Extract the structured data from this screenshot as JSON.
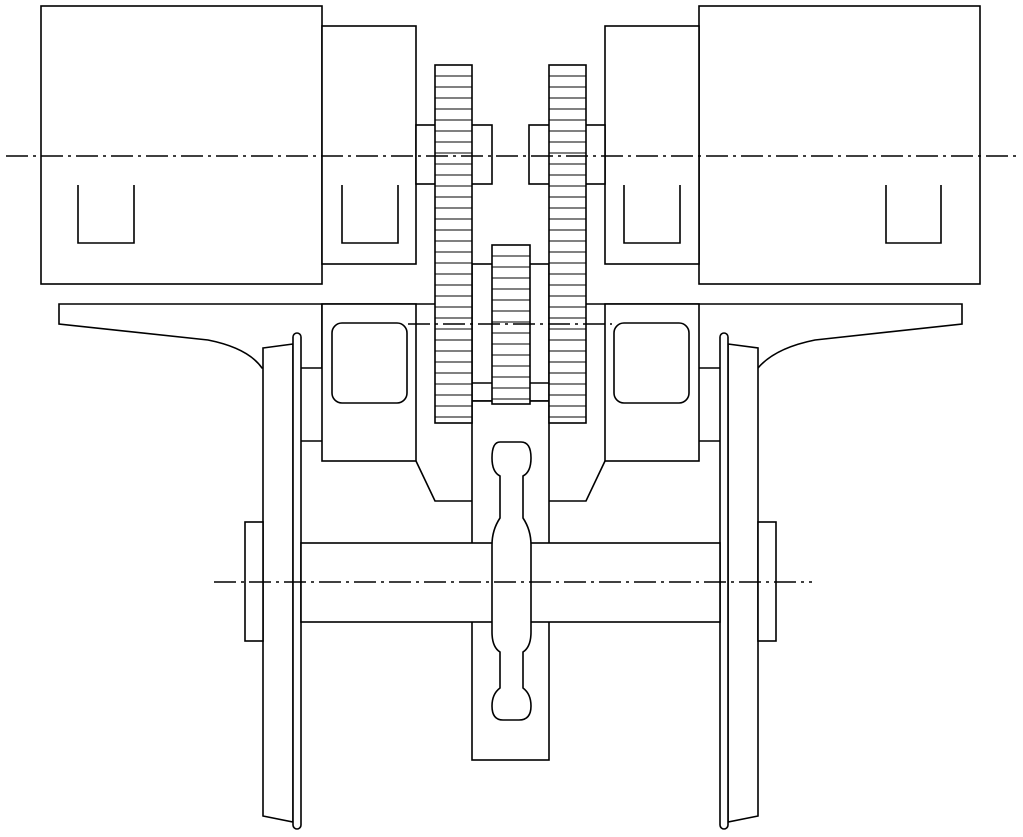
{
  "drawing": {
    "type": "mechanical-drawing",
    "view": "front section",
    "line_color": "#000000",
    "background": "#ffffff",
    "components": {
      "motors": 2,
      "gearboxes": 2,
      "driving_gears": 2,
      "center_gear": 1,
      "wheels": 2,
      "axles": 1,
      "connecting_links": 1,
      "centerlines": 3
    },
    "text": []
  }
}
